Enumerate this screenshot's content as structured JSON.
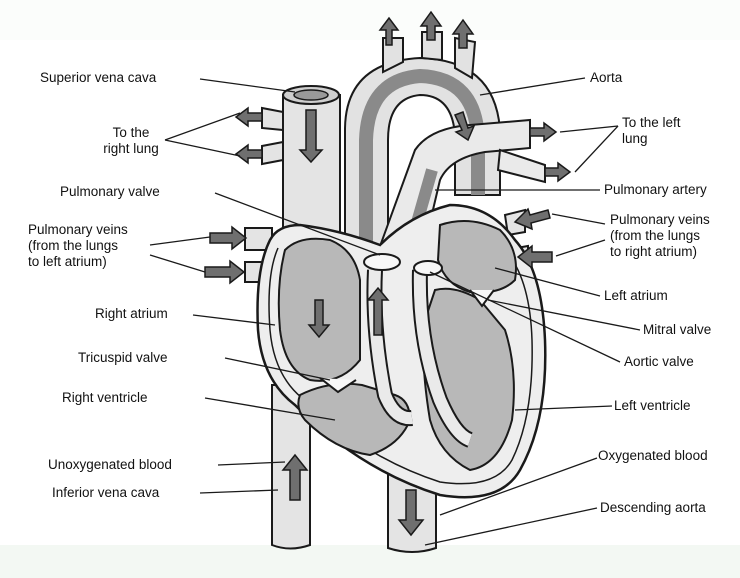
{
  "labels": {
    "superior_vena_cava": "Superior vena cava",
    "to_right_lung": [
      "To the",
      "right lung"
    ],
    "pulmonary_valve": "Pulmonary valve",
    "pulmonary_veins_left": [
      "Pulmonary veins",
      "(from the lungs",
      "to left atrium)"
    ],
    "right_atrium": "Right atrium",
    "tricuspid_valve": "Tricuspid valve",
    "right_ventricle": "Right ventricle",
    "unoxygenated_blood": "Unoxygenated blood",
    "inferior_vena_cava": "Inferior vena cava",
    "aorta": "Aorta",
    "to_left_lung": [
      "To the left",
      "lung"
    ],
    "pulmonary_artery": "Pulmonary artery",
    "pulmonary_veins_right": [
      "Pulmonary veins",
      "(from the lungs",
      "to right atrium)"
    ],
    "left_atrium": "Left atrium",
    "mitral_valve": "Mitral valve",
    "aortic_valve": "Aortic valve",
    "left_ventricle": "Left ventricle",
    "oxygenated_blood": "Oxygenated blood",
    "descending_aorta": "Descending aorta"
  },
  "colors": {
    "chamber_fill": "#b8b8b8",
    "wall_fill": "#e9e9e9",
    "arrow_fill": "#6f6f6f",
    "outline": "#1a1a1a",
    "background_tint": "#e6f2e6"
  }
}
